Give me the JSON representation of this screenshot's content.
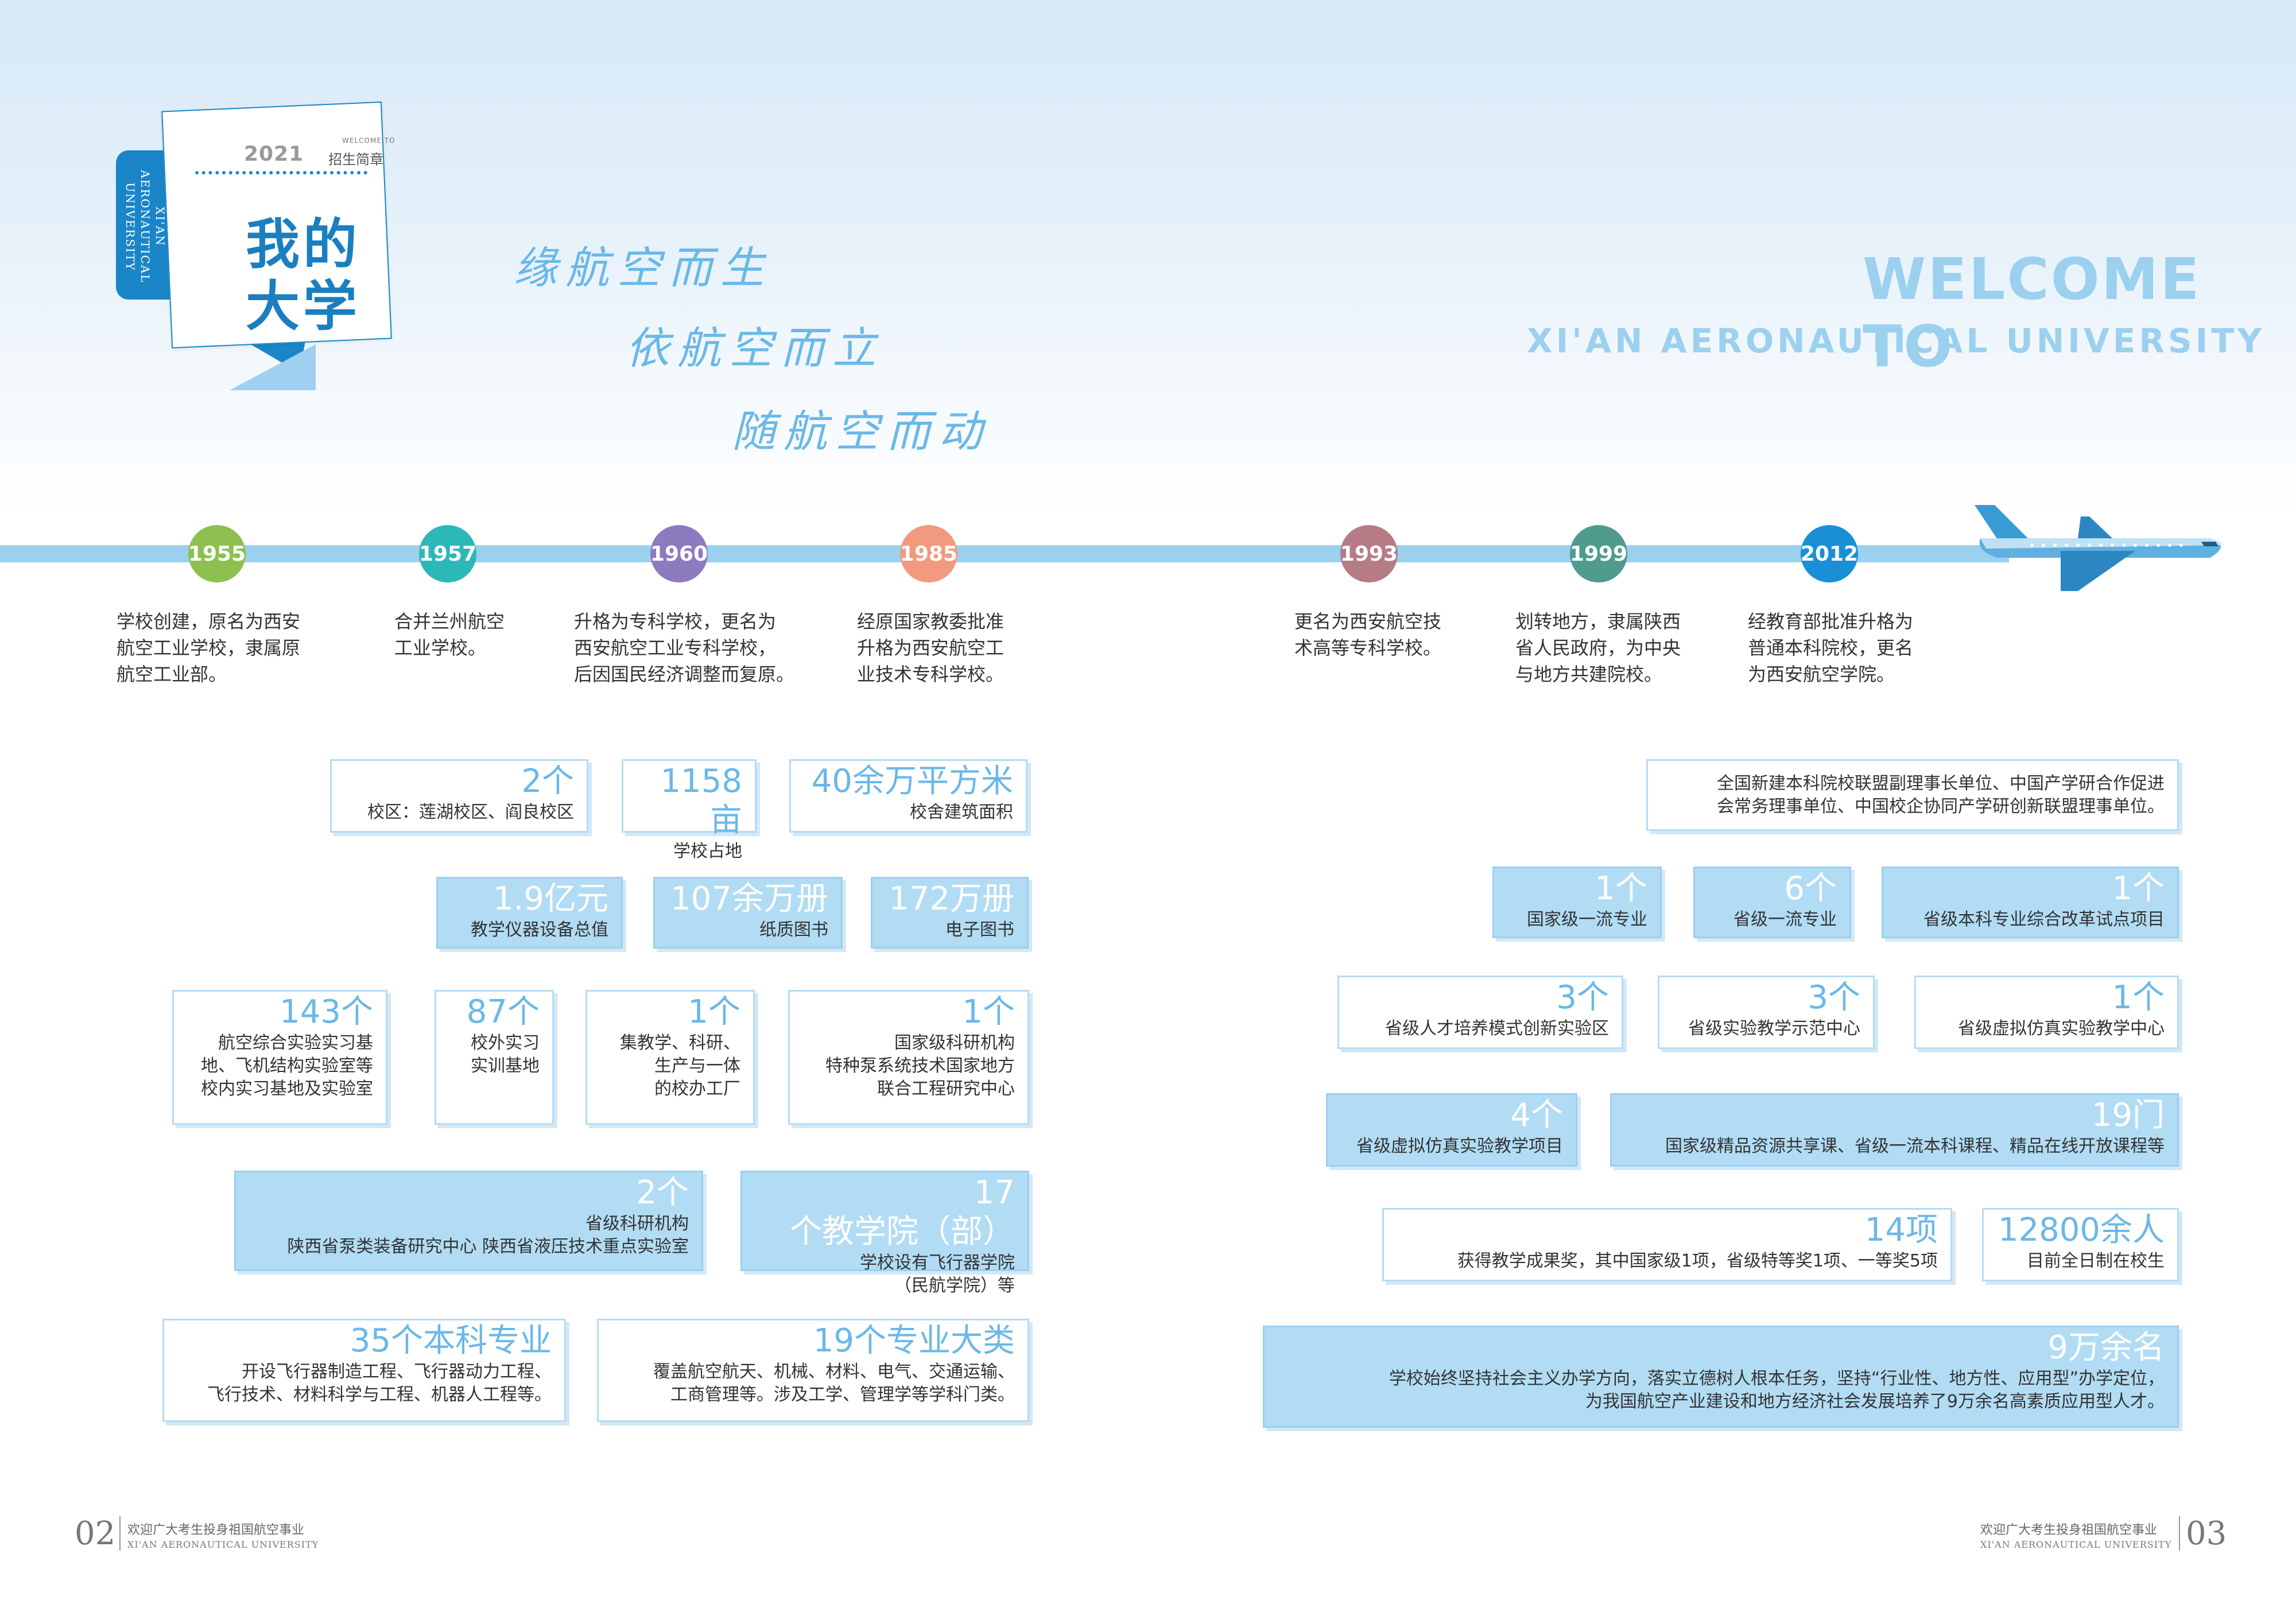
{
  "header": {
    "card_vertical": "XI'AN AERONAUTICAL UNIVERSITY",
    "card_welcome": "WELCOME TO",
    "card_year": "2021",
    "card_subtitle": "招生简章",
    "card_title_line1": "我的",
    "card_title_line2": "大学",
    "slogan": [
      "缘航空而生",
      "依航空而立",
      "随航空而动"
    ],
    "welcome_big": "WELCOME TO",
    "welcome_sub": "XI'AN AERONAUTICAL UNIVERSITY"
  },
  "timeline": [
    {
      "year": "1955",
      "color": "#8dc04f",
      "text": [
        "学校创建，原名为西安",
        "航空工业学校，隶属原",
        "航空工业部。"
      ]
    },
    {
      "year": "1957",
      "color": "#2db8b8",
      "text": [
        "合并兰州航空",
        "工业学校。"
      ]
    },
    {
      "year": "1960",
      "color": "#8d7bc0",
      "text": [
        "升格为专科学校，更名为",
        "西安航空工业专科学校，",
        "后因国民经济调整而复原。"
      ]
    },
    {
      "year": "1985",
      "color": "#f19a7d",
      "text": [
        "经原国家教委批准",
        "升格为西安航空工",
        "业技术专科学校。"
      ]
    },
    {
      "year": "1993",
      "color": "#b57c86",
      "text": [
        "更名为西安航空技",
        "术高等专科学校。"
      ]
    },
    {
      "year": "1999",
      "color": "#4f9c8c",
      "text": [
        "划转地方，隶属陕西",
        "省人民政府，为中央",
        "与地方共建院校。"
      ]
    },
    {
      "year": "2012",
      "color": "#1a8fd8",
      "text": [
        "经教育部批准升格为",
        "普通本科院校，更名",
        "为西安航空学院。"
      ]
    }
  ],
  "stats_left": [
    {
      "num": "2",
      "unit": "个",
      "desc": [
        "校区：莲湖校区、阎良校区"
      ]
    },
    {
      "num": "1158",
      "unit": "亩",
      "desc": [
        "学校占地"
      ]
    },
    {
      "num": "40",
      "unit": "余万平方米",
      "desc": [
        "校舍建筑面积"
      ]
    },
    {
      "num": "1.9",
      "unit": "亿元",
      "desc": [
        "教学仪器设备总值"
      ]
    },
    {
      "num": "107",
      "unit": "余万册",
      "desc": [
        "纸质图书"
      ]
    },
    {
      "num": "172",
      "unit": "万册",
      "desc": [
        "电子图书"
      ]
    },
    {
      "num": "143",
      "unit": "个",
      "desc": [
        "航空综合实验实习基",
        "地、飞机结构实验室等",
        "校内实习基地及实验室"
      ]
    },
    {
      "num": "87",
      "unit": "个",
      "desc": [
        "校外实习",
        "实训基地"
      ]
    },
    {
      "num": "1",
      "unit": "个",
      "desc": [
        "集教学、科研、",
        "生产与一体",
        "的校办工厂"
      ]
    },
    {
      "num": "1",
      "unit": "个",
      "desc": [
        "国家级科研机构",
        "特种泵系统技术国家地方",
        "联合工程研究中心"
      ]
    },
    {
      "num": "2",
      "unit": "个",
      "desc": [
        "省级科研机构",
        "陕西省泵类装备研究中心  陕西省液压技术重点实验室"
      ]
    },
    {
      "num": "17",
      "unit": "个教学院（部）",
      "desc": [
        "学校设有飞行器学院",
        "（民航学院）等"
      ]
    },
    {
      "num": "35",
      "unit": "个本科专业",
      "desc": [
        "开设飞行器制造工程、飞行器动力工程、",
        "飞行技术、材料科学与工程、机器人工程等。"
      ]
    },
    {
      "num": "19",
      "unit": "个专业大类",
      "desc": [
        "覆盖航空航天、机械、材料、电气、交通运输、",
        "工商管理等。涉及工学、管理学等学科门类。"
      ]
    }
  ],
  "stats_right": [
    {
      "num": "",
      "unit": "",
      "desc": [
        "全国新建本科院校联盟副理事长单位、中国产学研合作促进",
        "会常务理事单位、中国校企协同产学研创新联盟理事单位。"
      ]
    },
    {
      "num": "1",
      "unit": "个",
      "desc": [
        "国家级一流专业"
      ]
    },
    {
      "num": "6",
      "unit": "个",
      "desc": [
        "省级一流专业"
      ]
    },
    {
      "num": "1",
      "unit": "个",
      "desc": [
        "省级本科专业综合改革试点项目"
      ]
    },
    {
      "num": "3",
      "unit": "个",
      "desc": [
        "省级人才培养模式创新实验区"
      ]
    },
    {
      "num": "3",
      "unit": "个",
      "desc": [
        "省级实验教学示范中心"
      ]
    },
    {
      "num": "1",
      "unit": "个",
      "desc": [
        "省级虚拟仿真实验教学中心"
      ]
    },
    {
      "num": "4",
      "unit": "个",
      "desc": [
        "省级虚拟仿真实验教学项目"
      ]
    },
    {
      "num": "19",
      "unit": "门",
      "desc": [
        "国家级精品资源共享课、省级一流本科课程、精品在线开放课程等"
      ]
    },
    {
      "num": "14",
      "unit": "项",
      "desc": [
        "获得教学成果奖，其中国家级1项，省级特等奖1项、一等奖5项"
      ]
    },
    {
      "num": "12800",
      "unit": "余人",
      "desc": [
        "目前全日制在校生"
      ]
    },
    {
      "num": "9",
      "unit": "万余名",
      "desc": [
        "学校始终坚持社会主义办学方向，落实立德树人根本任务，坚持“行业性、地方性、应用型”办学定位，",
        "为我国航空产业建设和地方经济社会发展培养了9万余名高素质应用型人才。"
      ]
    }
  ],
  "footer": {
    "left_num": "02",
    "right_num": "03",
    "cn": "欢迎广大考生投身祖国航空事业",
    "en": "XI'AN AERONAUTICAL UNIVERSITY"
  }
}
